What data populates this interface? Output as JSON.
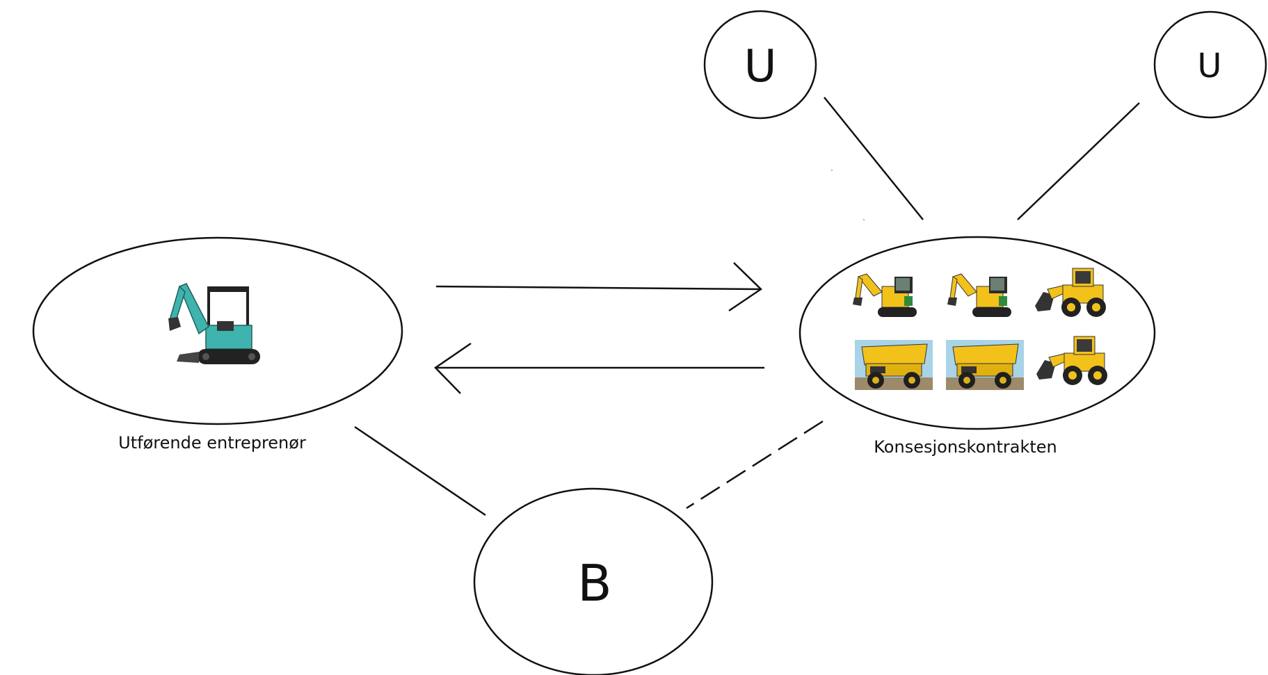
{
  "nodes": {
    "u_left": {
      "label": "U"
    },
    "u_right": {
      "label": "U"
    },
    "b": {
      "label": "B"
    },
    "contractor": {
      "label": "Utførende entreprenør",
      "icon": "mini-excavator-icon"
    },
    "concession": {
      "label": "Konsesjonskontrakten",
      "icons": [
        "excavator-icon",
        "excavator-icon",
        "wheel-loader-icon",
        "dump-truck-icon",
        "dump-truck-icon",
        "wheel-loader-icon"
      ]
    }
  },
  "colors": {
    "stroke": "#111111",
    "mini_excavator_body": "#3fb3ad",
    "machine_yellow": "#f2c21b",
    "machine_dark": "#2a2a2a",
    "truck_bg": "#a9d3e6",
    "truck_ground": "#9c8a6a"
  }
}
